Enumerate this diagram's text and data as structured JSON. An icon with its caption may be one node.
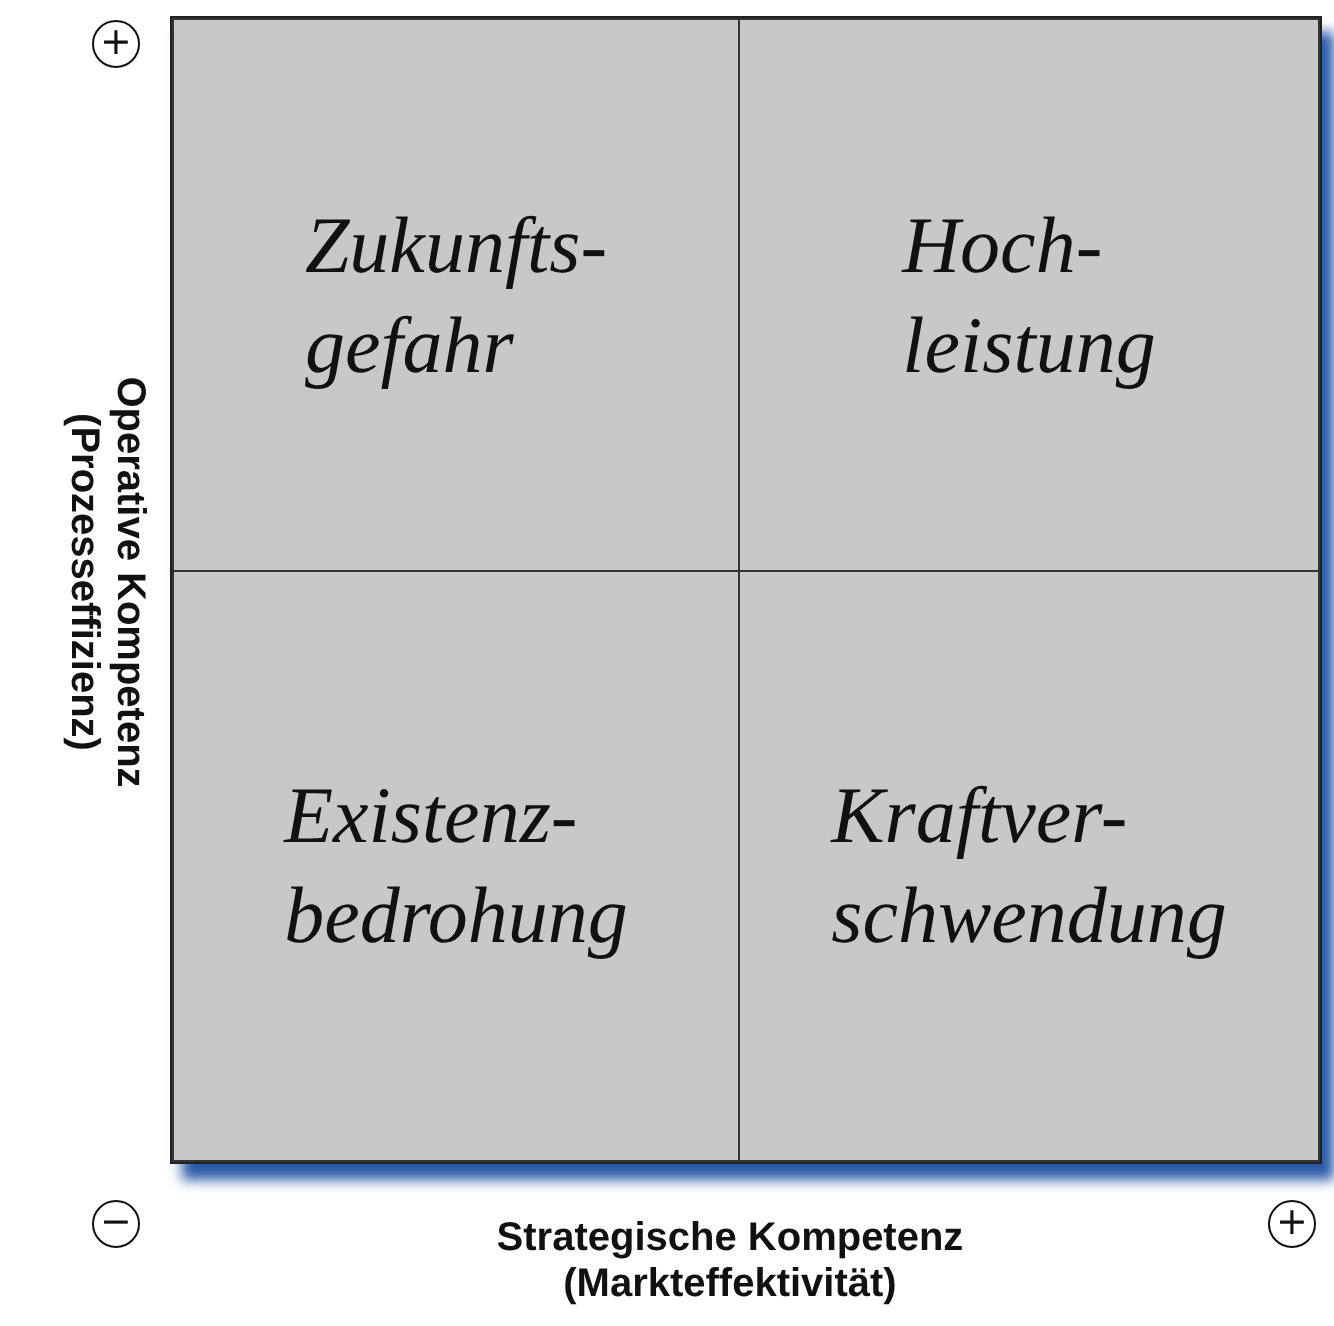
{
  "diagram": {
    "nodes": [
      {
        "text": [],
        "shape": "box"
      },
      {
        "text": [
          "Zukunfts- gefahr"
        ],
        "in": 0
      },
      {
        "text": [
          "Hoch- leistung"
        ],
        "in": 0
      },
      {
        "text": [
          "Existenz- bedrohung"
        ],
        "in": 0
      },
      {
        "text": [
          "Kraftver- schwendung"
        ],
        "in": 0
      }
    ],
    "labels": [
      "+",
      "Operative Kompetenz (Prozesseffizienz)",
      "−",
      "Strategische Kompetenz (Markteffektivität)",
      "+"
    ]
  }
}
